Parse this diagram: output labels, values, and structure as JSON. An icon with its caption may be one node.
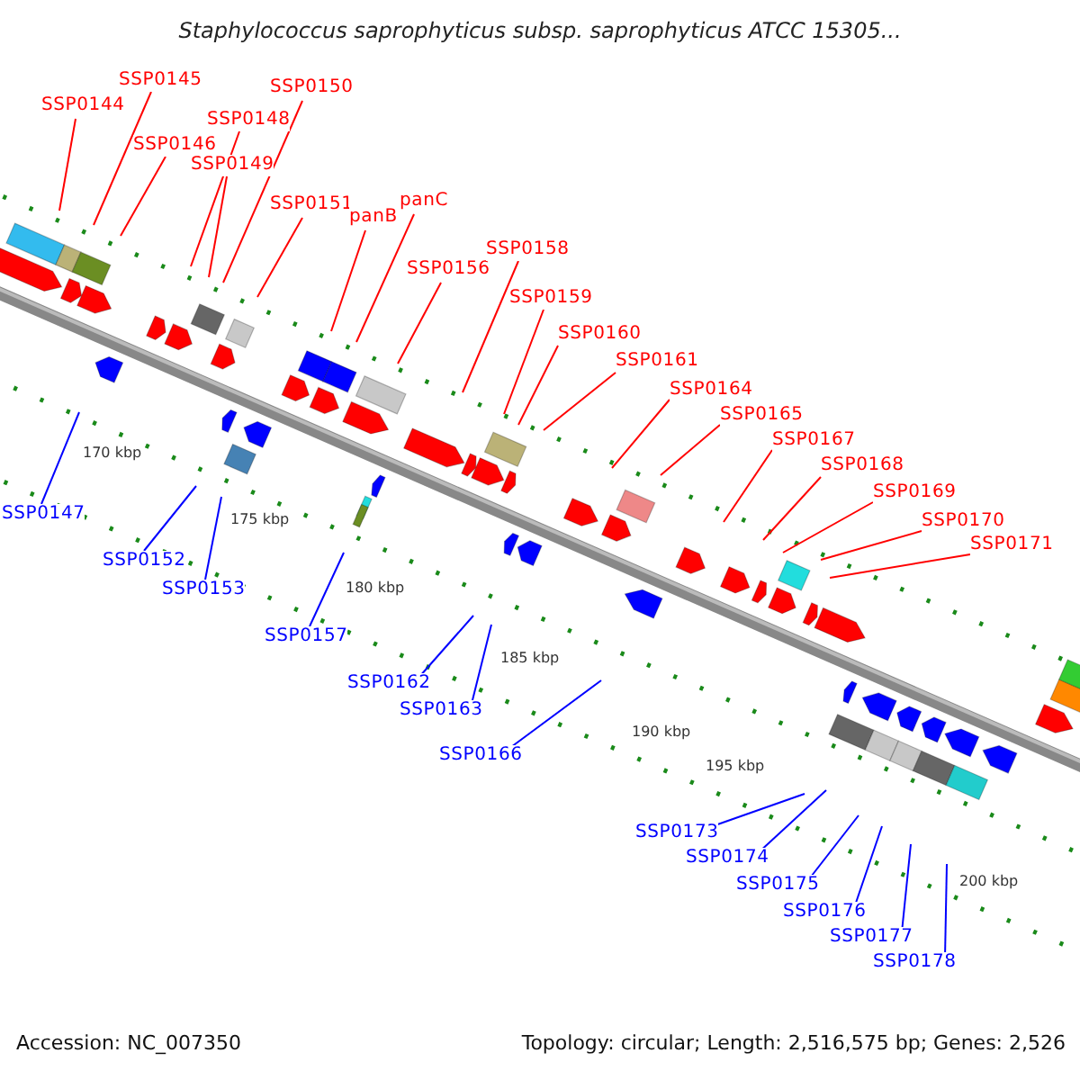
{
  "diagram": {
    "title": "Staphylococcus saprophyticus subsp. saprophyticus ATCC 15305...",
    "nodes": [
      {
        "text": [
          "SSP0144"
        ]
      },
      {
        "text": [
          "SSP0145"
        ]
      },
      {
        "text": [
          "SSP0146"
        ]
      },
      {
        "text": [
          "SSP0148"
        ]
      },
      {
        "text": [
          "SSP0149"
        ]
      },
      {
        "text": [
          "SSP0150"
        ]
      },
      {
        "text": [
          "SSP0151"
        ]
      },
      {
        "text": [
          "panB"
        ]
      },
      {
        "text": [
          "panC"
        ]
      },
      {
        "text": [
          "SSP0156"
        ]
      },
      {
        "text": [
          "SSP0158"
        ]
      },
      {
        "text": [
          "SSP0159"
        ]
      },
      {
        "text": [
          "SSP0160"
        ]
      },
      {
        "text": [
          "SSP0161"
        ]
      },
      {
        "text": [
          "SSP0164"
        ]
      },
      {
        "text": [
          "SSP0165"
        ]
      },
      {
        "text": [
          "SSP0167"
        ]
      },
      {
        "text": [
          "SSP0168"
        ]
      },
      {
        "text": [
          "SSP0169"
        ]
      },
      {
        "text": [
          "SSP0170"
        ]
      },
      {
        "text": [
          "SSP0171"
        ]
      },
      {
        "text": [
          "SSP0147"
        ]
      },
      {
        "text": [
          "SSP0152"
        ]
      },
      {
        "text": [
          "SSP0153"
        ]
      },
      {
        "text": [
          "SSP0157"
        ]
      },
      {
        "text": [
          "SSP0162"
        ]
      },
      {
        "text": [
          "SSP0163"
        ]
      },
      {
        "text": [
          "SSP0166"
        ]
      },
      {
        "text": [
          "SSP0173"
        ]
      },
      {
        "text": [
          "SSP0174"
        ]
      },
      {
        "text": [
          "SSP0175"
        ]
      },
      {
        "text": [
          "SSP0176"
        ]
      },
      {
        "text": [
          "SSP0177"
        ]
      },
      {
        "text": [
          "SSP0178"
        ]
      }
    ],
    "edges": [
      {
        "from": 0,
        "to": null,
        "arrow": "none"
      },
      {
        "from": 1,
        "to": null,
        "arrow": "none"
      },
      {
        "from": 2,
        "to": null,
        "arrow": "none"
      },
      {
        "from": 3,
        "to": null,
        "arrow": "none"
      },
      {
        "from": 4,
        "to": null,
        "arrow": "none"
      },
      {
        "from": 5,
        "to": null,
        "arrow": "none"
      },
      {
        "from": 6,
        "to": null,
        "arrow": "none"
      },
      {
        "from": 7,
        "to": null,
        "arrow": "none"
      },
      {
        "from": 8,
        "to": null,
        "arrow": "none"
      },
      {
        "from": 9,
        "to": null,
        "arrow": "none"
      },
      {
        "from": 10,
        "to": null,
        "arrow": "none"
      },
      {
        "from": 11,
        "to": null,
        "arrow": "none"
      },
      {
        "from": 12,
        "to": null,
        "arrow": "none"
      },
      {
        "from": 13,
        "to": null,
        "arrow": "none"
      },
      {
        "from": 14,
        "to": null,
        "arrow": "none"
      },
      {
        "from": 15,
        "to": null,
        "arrow": "none"
      },
      {
        "from": 16,
        "to": null,
        "arrow": "none"
      },
      {
        "from": 17,
        "to": null,
        "arrow": "none"
      },
      {
        "from": 18,
        "to": null,
        "arrow": "none"
      },
      {
        "from": 19,
        "to": null,
        "arrow": "none"
      },
      {
        "from": 20,
        "to": null,
        "arrow": "none"
      },
      {
        "from": 21,
        "to": null,
        "arrow": "none",
        "color": "#0000ff"
      },
      {
        "from": 22,
        "to": null,
        "arrow": "none",
        "color": "#0000ff"
      },
      {
        "from": 23,
        "to": null,
        "arrow": "none",
        "color": "#0000ff"
      },
      {
        "from": 24,
        "to": null,
        "arrow": "none",
        "color": "#0000ff"
      },
      {
        "from": 25,
        "to": null,
        "arrow": "none",
        "color": "#0000ff"
      },
      {
        "from": 26,
        "to": null,
        "arrow": "none",
        "color": "#0000ff"
      },
      {
        "from": 27,
        "to": null,
        "arrow": "none",
        "color": "#0000ff"
      },
      {
        "from": 28,
        "to": null,
        "arrow": "none",
        "color": "#0000ff"
      },
      {
        "from": 29,
        "to": null,
        "arrow": "none",
        "color": "#0000ff"
      },
      {
        "from": 30,
        "to": null,
        "arrow": "none",
        "color": "#0000ff"
      },
      {
        "from": 31,
        "to": null,
        "arrow": "none",
        "color": "#0000ff"
      },
      {
        "from": 32,
        "to": null,
        "arrow": "none",
        "color": "#0000ff"
      },
      {
        "from": 33,
        "to": null,
        "arrow": "none",
        "color": "#0000ff"
      }
    ],
    "labels": [
      "170 kbp",
      "175 kbp",
      "180 kbp",
      "185 kbp",
      "190 kbp",
      "195 kbp",
      "200 kbp",
      "Accession: NC_007350",
      "Topology: circular; Length: 2,516,575 bp; Genes: 2,526"
    ]
  }
}
